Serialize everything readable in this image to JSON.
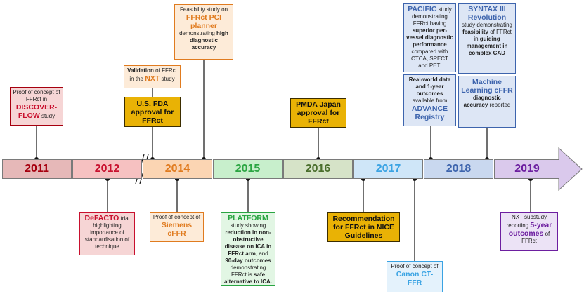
{
  "colors": {
    "y2011": "#e6b8b8",
    "y2012": "#f6c1c1",
    "y2014": "#fbd5b3",
    "y2015": "#c8efcc",
    "y2016": "#d6e3c8",
    "y2017": "#cfe6f8",
    "y2018": "#c9d8ef",
    "y2019": "#dac9ec",
    "gold": "#e9b205"
  },
  "years": [
    "2011",
    "2012",
    "2014",
    "2015",
    "2016",
    "2017",
    "2018",
    "2019"
  ],
  "discover": {
    "pre": "Proof of concept of FFRct in",
    "name": "DISCOVER-FLOW",
    "post": "study"
  },
  "defacto": {
    "name": "DeFACTO",
    "post": "trial highlighting importance of standardisation of technique"
  },
  "nxt_validation": {
    "pre": "Validation",
    "mid": "of FFRct in the",
    "name": "NXT",
    "post": "study"
  },
  "fda": {
    "text": "U.S. FDA approval for FFRct"
  },
  "feasibility": {
    "pre": "Feasibility study on",
    "name": "FFRct PCI planner",
    "mid": "demonstrating",
    "post": "high diagnostic accuracy"
  },
  "siemens": {
    "pre": "Proof of concept of",
    "name": "Siemens cFFR"
  },
  "platform": {
    "name": "PLATFORM",
    "t1": "study showing",
    "t2": "reduction in non-obstructive disease on ICA in FFRct arm",
    "t3": ", and",
    "t4": "90-day outcomes",
    "t5": "demonstrating FFRct is",
    "t6": "safe alternative to ICA."
  },
  "pmda": {
    "text": "PMDA Japan approval for FFRct"
  },
  "nice": {
    "text": "Recommendation for FFRct in NICE Guidelines"
  },
  "canon": {
    "pre": "Proof of concept of",
    "name": "Canon CT-FFR"
  },
  "pacific": {
    "name": "PACIFIC",
    "t1": "study demonstrating FFRct having",
    "t2": "superior per-vessel diagnostic performance",
    "t3": "compared with CTCA, SPECT and PET."
  },
  "advance": {
    "pre": "Real-world data and 1-year outcomes",
    "mid": "available from",
    "name": "ADVANCE Registry"
  },
  "syntax": {
    "name": "SYNTAX III Revolution",
    "t1": "study demonstrating",
    "t2": "feasibility",
    "t3": "of FFRct in",
    "t4": "guiding management in complex CAD"
  },
  "ml": {
    "name": "Machine Learning cFFR",
    "t1": "diagnostic accuracy",
    "t2": "reported"
  },
  "nxt_outcomes": {
    "pre": "NXT substudy reporting",
    "name": "5-year outcomes",
    "post": "of FFRct"
  }
}
